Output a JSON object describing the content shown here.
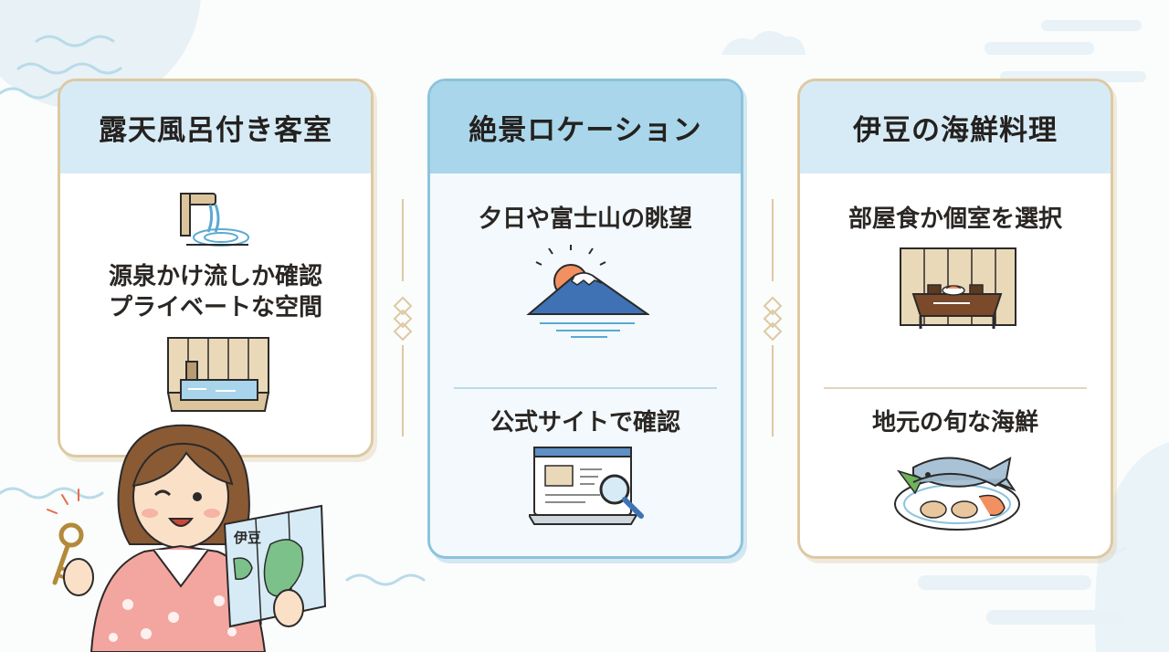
{
  "cards": [
    {
      "title": "露天風呂付き客室",
      "lines": [
        "源泉かけ流しか確認",
        "プライベートな空間"
      ],
      "icons": [
        "hot-spring-spout-icon",
        "private-bath-icon"
      ]
    },
    {
      "title": "絶景ロケーション",
      "items": [
        {
          "label": "夕日や富士山の眺望",
          "icon": "sunset-fuji-icon"
        },
        {
          "label": "公式サイトで確認",
          "icon": "laptop-search-icon"
        }
      ]
    },
    {
      "title": "伊豆の海鮮料理",
      "items": [
        {
          "label": "部屋食か個室を選択",
          "icon": "in-room-dining-icon"
        },
        {
          "label": "地元の旬な海鮮",
          "icon": "seafood-plate-icon"
        }
      ]
    }
  ],
  "character": {
    "map_label": "伊豆"
  },
  "colors": {
    "card_border": "#ddc9a2",
    "header_bg": "#d7ebf6",
    "accent_border": "#8cc3dd",
    "accent_header": "#a9d6ea"
  }
}
